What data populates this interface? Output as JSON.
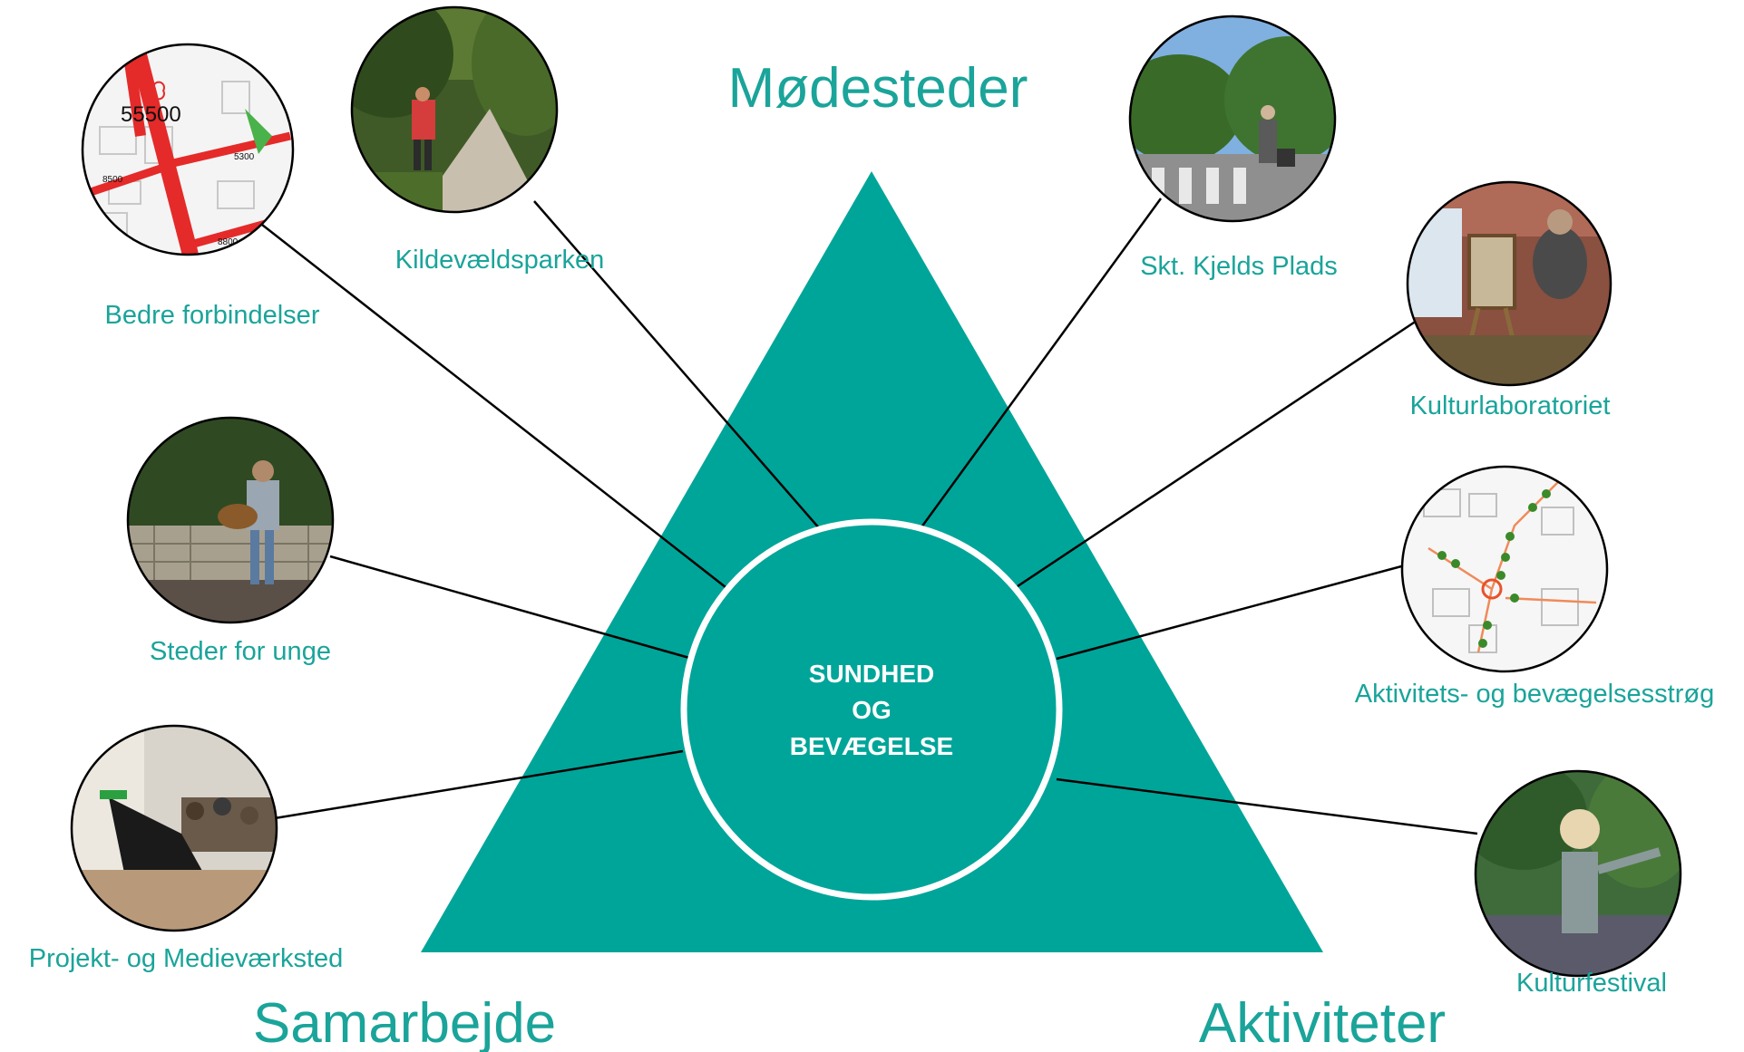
{
  "colors": {
    "accent": "#1aa49a",
    "triangle": "#00a599",
    "connector": "#000000"
  },
  "corners": {
    "top": "Mødesteder",
    "bottom_left": "Samarbejde",
    "bottom_right": "Aktiviteter"
  },
  "center": {
    "line1": "SUNDHED",
    "line2": "OG",
    "line3": "BEVÆGELSE"
  },
  "nodes": {
    "bedre": {
      "label": "Bedre forbindelser",
      "photo": "street-map-thumbnail"
    },
    "kilde": {
      "label": "Kildevældsparken",
      "photo": "park-runner-photo"
    },
    "kjelds": {
      "label": "Skt. Kjelds Plads",
      "photo": "square-crossing-photo"
    },
    "kultur": {
      "label": "Kulturlaboratoriet",
      "photo": "painter-easel-photo"
    },
    "steder": {
      "label": "Steder for unge",
      "photo": "youth-guitar-photo"
    },
    "aktiv": {
      "label": "Aktivitets- og bevægelsesstrøg",
      "photo": "route-map-thumbnail"
    },
    "projekt": {
      "label": "Projekt- og Medieværksted",
      "photo": "workshop-photo"
    },
    "festival": {
      "label": "Kulturfestival",
      "photo": "festival-child-photo"
    }
  },
  "map_numbers": {
    "big": "55500",
    "n1": "5300",
    "n2": "8500",
    "n3": "8800"
  }
}
